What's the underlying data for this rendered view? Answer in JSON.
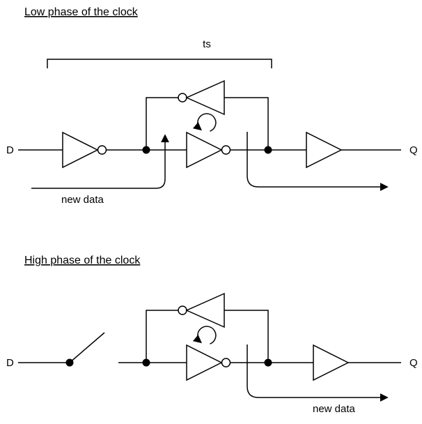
{
  "low_phase": {
    "title": "Low phase of the clock",
    "ts_label": "ts",
    "input_label": "D",
    "output_label": "Q",
    "new_data_label": "new data"
  },
  "high_phase": {
    "title": "High phase of the clock",
    "input_label": "D",
    "output_label": "Q",
    "new_data_label": "new data"
  },
  "colors": {
    "stroke": "#000000",
    "background": "#ffffff"
  }
}
